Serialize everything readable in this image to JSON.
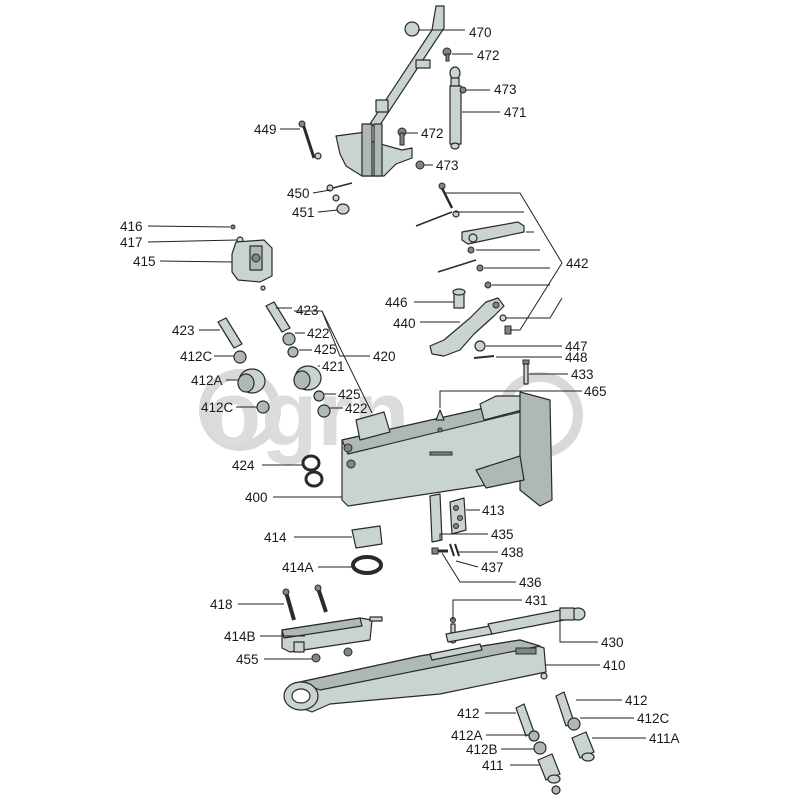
{
  "diagram": {
    "watermark_text": "ogrn",
    "colors": {
      "part_fill": "#c9d3d0",
      "part_shade": "#aeb9b6",
      "line": "#2a2a2a",
      "watermark": "#dcdcdc"
    },
    "labels": [
      {
        "id": "l470",
        "text": "470"
      },
      {
        "id": "l472a",
        "text": "472"
      },
      {
        "id": "l473a",
        "text": "473"
      },
      {
        "id": "l471",
        "text": "471"
      },
      {
        "id": "l449",
        "text": "449"
      },
      {
        "id": "l472b",
        "text": "472"
      },
      {
        "id": "l473b",
        "text": "473"
      },
      {
        "id": "l450",
        "text": "450"
      },
      {
        "id": "l451",
        "text": "451"
      },
      {
        "id": "l416",
        "text": "416"
      },
      {
        "id": "l417",
        "text": "417"
      },
      {
        "id": "l415",
        "text": "415"
      },
      {
        "id": "l442",
        "text": "442"
      },
      {
        "id": "l423a",
        "text": "423"
      },
      {
        "id": "l446",
        "text": "446"
      },
      {
        "id": "l423b",
        "text": "423"
      },
      {
        "id": "l422a",
        "text": "422"
      },
      {
        "id": "l440",
        "text": "440"
      },
      {
        "id": "l425a",
        "text": "425"
      },
      {
        "id": "l420",
        "text": "420"
      },
      {
        "id": "l412Ca",
        "text": "412C"
      },
      {
        "id": "l421",
        "text": "421"
      },
      {
        "id": "l447",
        "text": "447"
      },
      {
        "id": "l448",
        "text": "448"
      },
      {
        "id": "l412Aa",
        "text": "412A"
      },
      {
        "id": "l433",
        "text": "433"
      },
      {
        "id": "l425b",
        "text": "425"
      },
      {
        "id": "l465",
        "text": "465"
      },
      {
        "id": "l412Cb",
        "text": "412C"
      },
      {
        "id": "l422b",
        "text": "422"
      },
      {
        "id": "l424",
        "text": "424"
      },
      {
        "id": "l400",
        "text": "400"
      },
      {
        "id": "l413",
        "text": "413"
      },
      {
        "id": "l414",
        "text": "414"
      },
      {
        "id": "l435",
        "text": "435"
      },
      {
        "id": "l438",
        "text": "438"
      },
      {
        "id": "l414A",
        "text": "414A"
      },
      {
        "id": "l437",
        "text": "437"
      },
      {
        "id": "l436",
        "text": "436"
      },
      {
        "id": "l431",
        "text": "431"
      },
      {
        "id": "l418",
        "text": "418"
      },
      {
        "id": "l430",
        "text": "430"
      },
      {
        "id": "l414B",
        "text": "414B"
      },
      {
        "id": "l455",
        "text": "455"
      },
      {
        "id": "l410",
        "text": "410"
      },
      {
        "id": "l412a",
        "text": "412"
      },
      {
        "id": "l412b",
        "text": "412"
      },
      {
        "id": "l412Cc",
        "text": "412C"
      },
      {
        "id": "l412Ab",
        "text": "412A"
      },
      {
        "id": "l411A",
        "text": "411A"
      },
      {
        "id": "l412B",
        "text": "412B"
      },
      {
        "id": "l411",
        "text": "411"
      }
    ]
  }
}
